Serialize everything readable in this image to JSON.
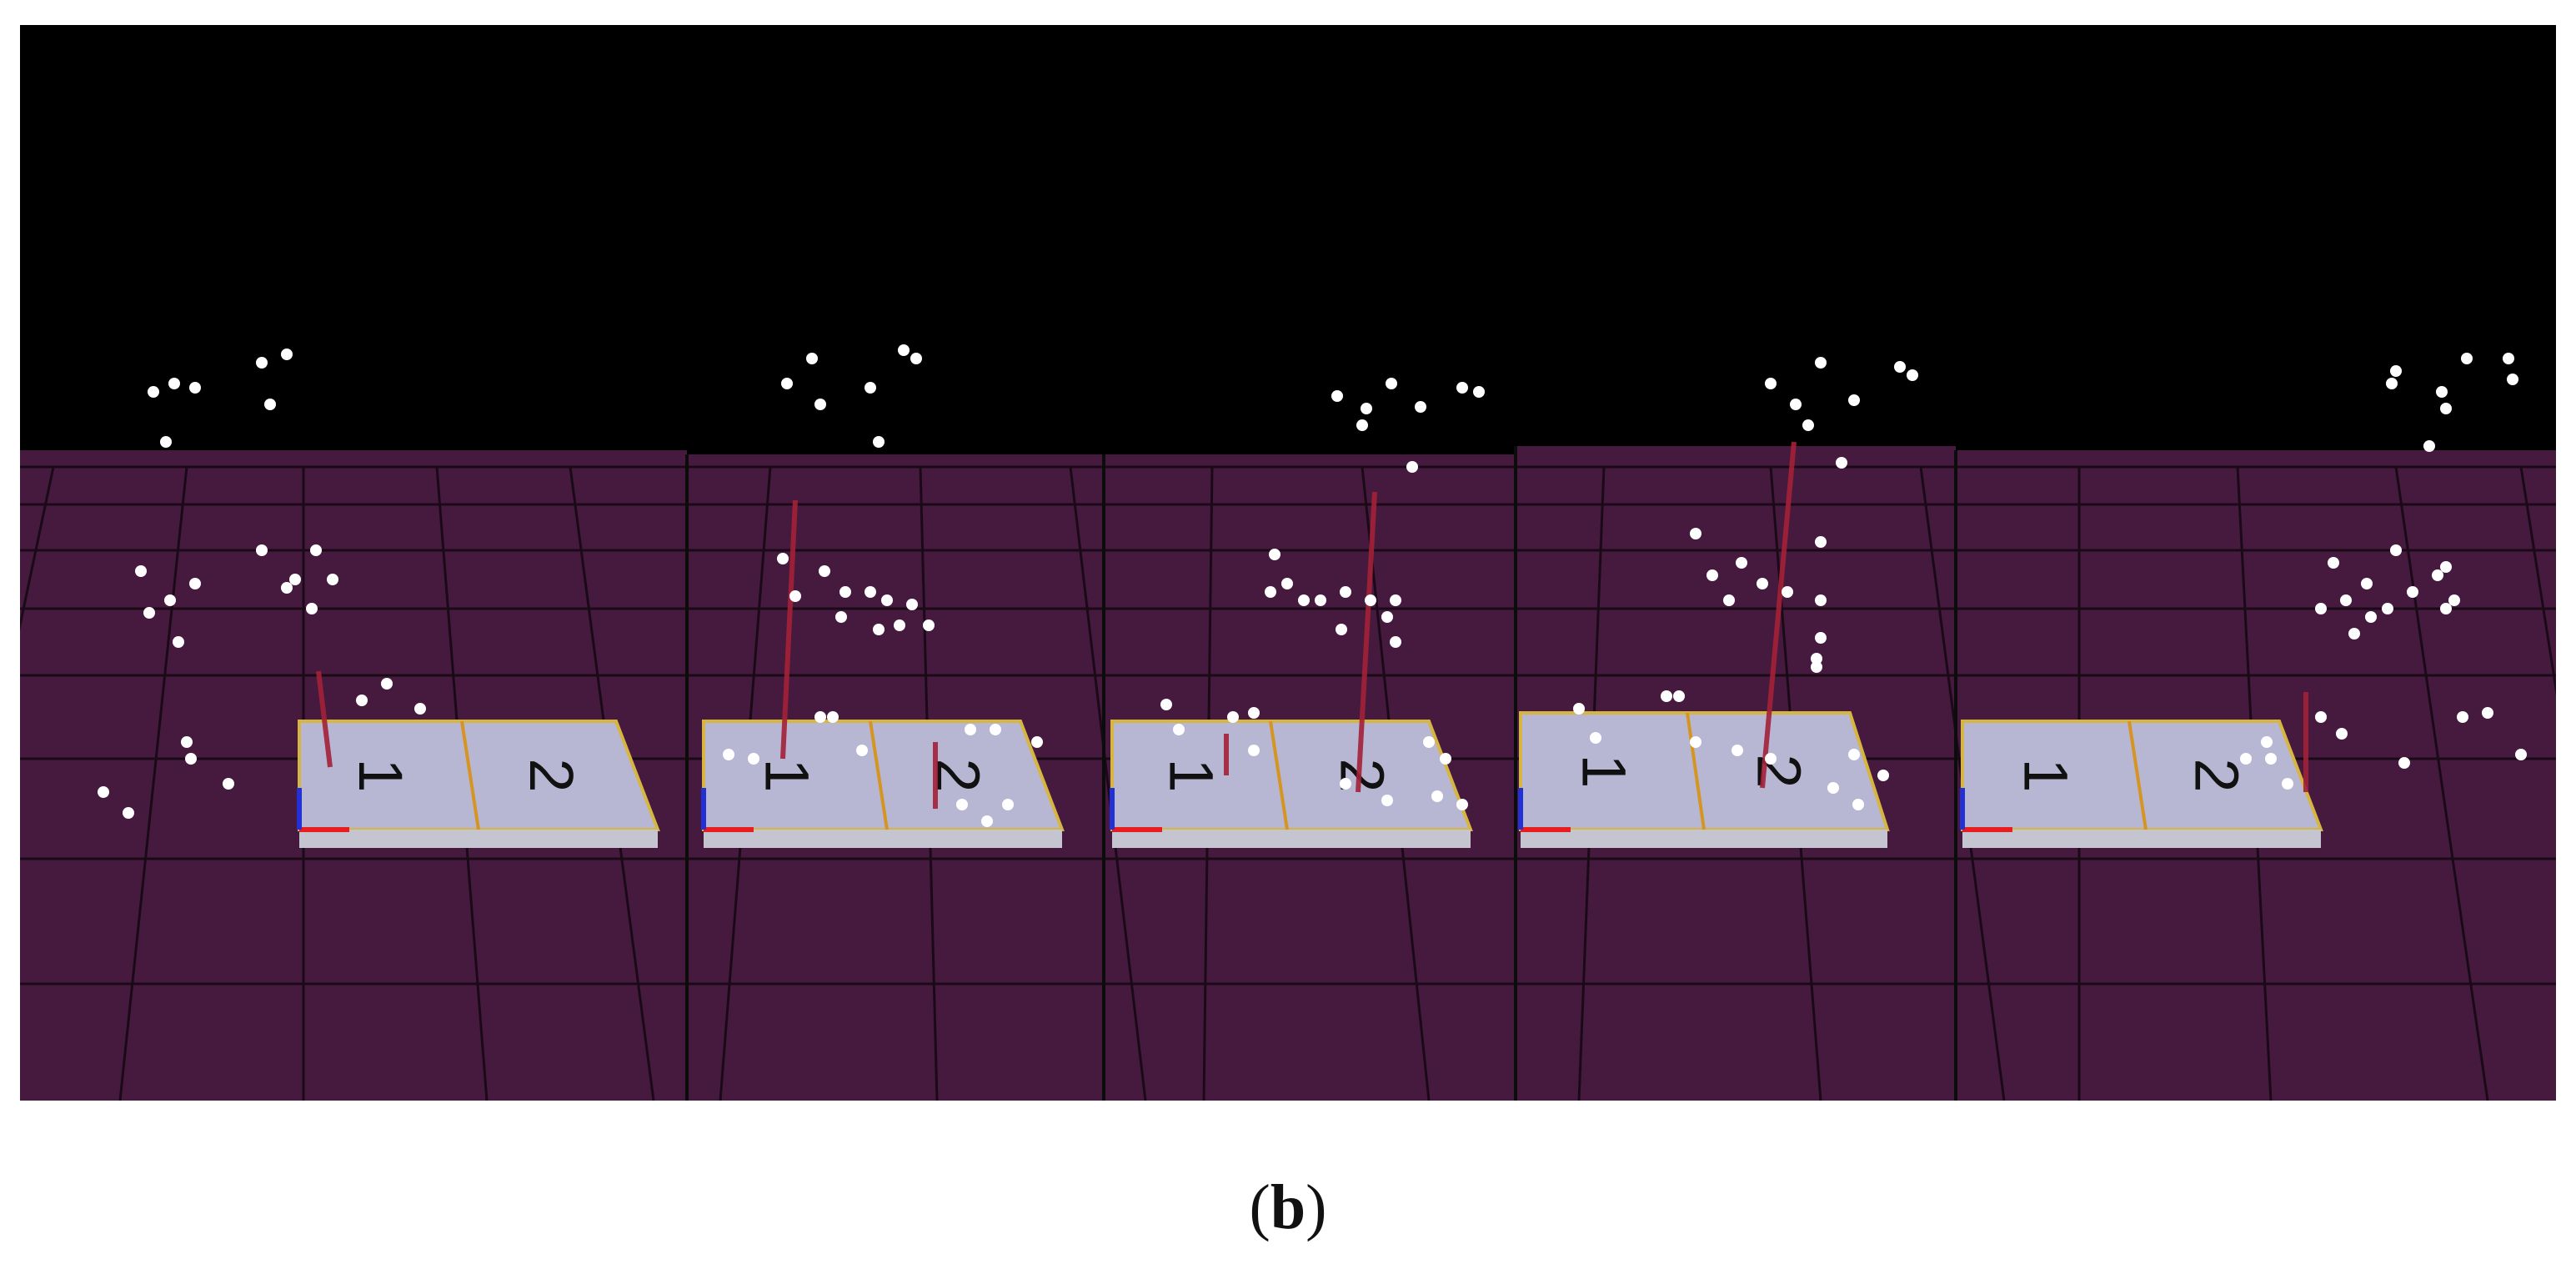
{
  "caption": {
    "open": "(",
    "letter": "b",
    "close": ")"
  },
  "colors": {
    "sky": "#000000",
    "ground": "#461a3e",
    "grid_line": "#1a0a18",
    "board_top": "#b7b7d3",
    "board_side": "#c5c5d2",
    "board_outline": "#d6b640",
    "square_divider": "#d59520",
    "axis_x": "#e81d1d",
    "axis_z": "#2231d6",
    "ray": "#a42138",
    "marker": "#ffffff"
  },
  "frames": [
    {
      "labels": [
        "1",
        "2"
      ]
    },
    {
      "labels": [
        "1",
        "2"
      ]
    },
    {
      "labels": [
        "1",
        "2"
      ]
    },
    {
      "labels": [
        "1",
        "2"
      ]
    },
    {
      "labels": [
        "1",
        "2"
      ]
    }
  ]
}
